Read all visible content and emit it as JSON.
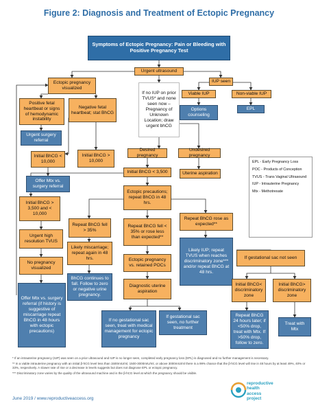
{
  "title": "Figure 2: Diagnosis and Treatment of Ectopic Pregnancy",
  "nodes": {
    "symptoms": "Symptoms of Ectopic Pregnancy: Pain or Bleeding with Positive Pregnancy Test",
    "urgent_us": "Urgent ultrasound",
    "ectopic_vis": "Ectopic pregnancy visualized",
    "no_iup": "If no IUP on prior TVUS* and none seen now – Pregnancy of Unknown Location; draw urgent bhCG",
    "iup_seen": "IUP seen",
    "viable": "Viable IUP",
    "nonviable": "Non-viable IUP",
    "options": "Options counseling",
    "epl": "EPL",
    "pos_fetal": "Positive fetal heartbeat or signs of hemodynamic instability",
    "neg_fetal": "Negative fetal heartbeat; stat BhCG",
    "urgent_ref": "Urgent surgery referral",
    "init_lt": "Initial BhCG < 10,000",
    "init_gt": "Initial BhCG > 10,000",
    "desired": "Desired pregnancy",
    "undesired": "Undesired pregnancy",
    "offer_mtx": "Offer Mtx vs. surgery referral",
    "init_lt3500": "Initial BhCG < 3,500",
    "uterine": "Uterine aspiration",
    "init_range": "Initial BhCG > 3,500 and < 10,000",
    "precautions": "Ectopic precautions; repeat BhCG in 48 hrs.",
    "urgent_tvus": "Urgent high resolution TVUS",
    "rep_gt35": "Repeat BhCG fell > 35%",
    "rep_lt35": "Repeat BhCG fell < 35% or rose less than expected**",
    "rep_rose": "Repeat BhCG rose as expected**",
    "no_preg_vis": "No pregnancy visualized",
    "likely_misc": "Likely miscarriage; repeat again in 48 hrs.",
    "ectopic_vs_retained": "Ectopic pregnancy vs. retained POCs",
    "likely_iup": "Likely IUP; repeat TVUS when reaches discriminatory zone*** and/or repeat BhCG at 48 hrs.",
    "offer_mtx_hist": "Offer Mtx vs. surgery referral (if history is suggestive of miscarriage repeat BhCG in 48 hours with ectopic precautions)",
    "bhcg_falls": "BhCG continues to fall. Follow to zero or negative urine pregnancy.",
    "diag_asp": "Diagnostic uterine aspiration",
    "if_gest_not_seen": "If gestational sac not seen",
    "init_lt_dz": "Initial BhCG< discriminatory zone",
    "init_gt_dz": "Initial BhCG> discriminatory zone",
    "no_gest_sac": "If no gestational sac seen, treat with medical management for ectopic pregnancy",
    "gest_sac_seen": "If gestational sac seen, no further treatment",
    "repeat_24": "Repeat BhCG 24 hours later; if <50% drop, treat with Mtx. If >50% drop, follow to zero.",
    "treat_mtx": "Treat with Mtx"
  },
  "legend": [
    "EPL - Early Pregnancy Loss",
    "POC - Products of Conception",
    "TVUS - Trans Vaginal Ultrasound",
    "IUP - Intrauterine Pregnancy",
    "Mtx - Methotrexate"
  ],
  "footnotes": [
    "* If an intrauterine pregnancy (IUP) was seen on a prior ultrasound and IUP is no longer seen, completed early pregnancy loss (EPL) is diagnosed and no further management is necessary.",
    "** In a viable intrauterine pregnancy with an initial β-hCG level less than 1500mIU/ml, 1500-3000mIU/ml, or above 3000mIU/ml there is a 99% chance that the β-hCG level will rise in 48 hours by at least 49%, 40% or 33%, respectively. A slower rate of rise or a decrease in levels suggests but does not diagnose EPL or ectopic pregnancy.",
    "*** Discriminatory zone varies by the quality of the ultrasound machine and is the β-hCG level at which the pregnancy should be visible."
  ],
  "footer": "June 2019 / www.reproductiveaccess.org",
  "logo_text": [
    "reproductive",
    "health",
    "access",
    "project"
  ],
  "colors": {
    "orange": "#f7b15f",
    "blue": "#4f7fae",
    "title_blue": "#2f6ea7",
    "logo": "#2aa1c0"
  }
}
